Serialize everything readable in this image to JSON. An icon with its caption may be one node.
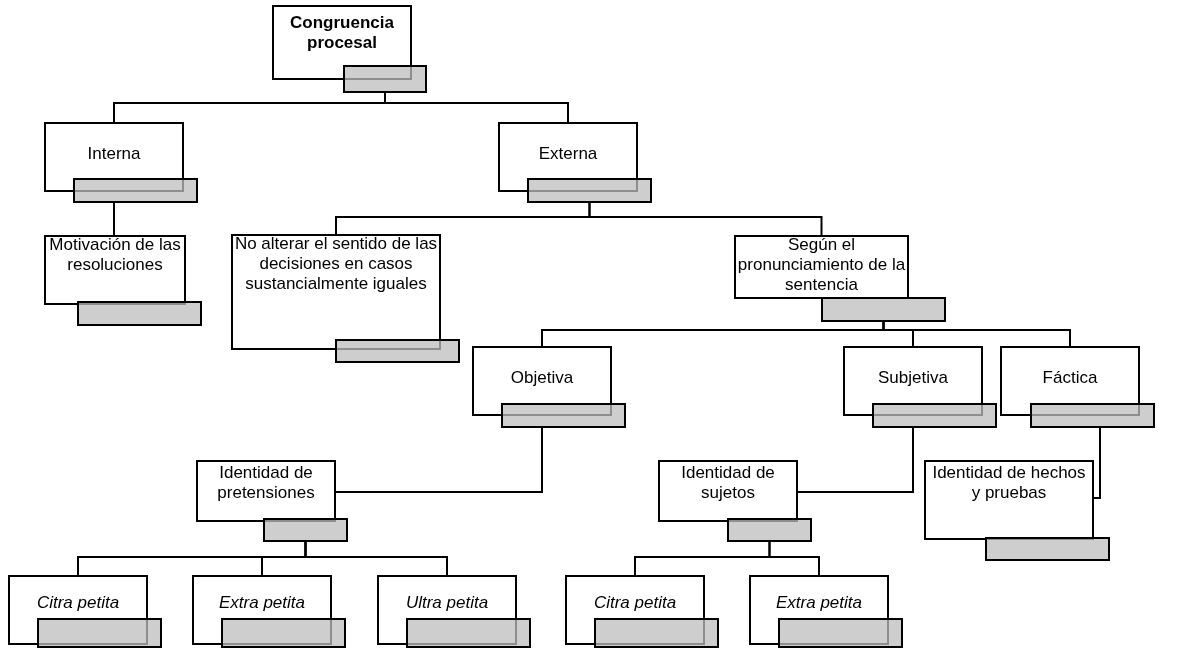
{
  "diagram": {
    "nodes": [
      {
        "text": [
          "Congruencia procesal"
        ]
      },
      {
        "text": [
          "Interna"
        ]
      },
      {
        "text": [
          "Externa"
        ]
      },
      {
        "text": [
          "Motivación de las resoluciones"
        ]
      },
      {
        "text": [
          "No alterar el sentido de las decisiones en casos sustancialmente iguales"
        ]
      },
      {
        "text": [
          "Según el pronunciamiento de la sentencia"
        ]
      },
      {
        "text": [
          "Objetiva"
        ]
      },
      {
        "text": [
          "Subjetiva"
        ]
      },
      {
        "text": [
          "Fáctica"
        ]
      },
      {
        "text": [
          "Identidad de pretensiones"
        ]
      },
      {
        "text": [
          "Identidad de sujetos"
        ]
      },
      {
        "text": [
          "Identidad de hechos y pruebas"
        ]
      },
      {
        "text": [
          "Citra petita"
        ]
      },
      {
        "text": [
          "Extra petita"
        ]
      },
      {
        "text": [
          "Ultra petita"
        ]
      },
      {
        "text": [
          "Citra petita"
        ]
      },
      {
        "text": [
          "Extra petita"
        ]
      }
    ],
    "edges": [
      {
        "from": 0,
        "to": 1,
        "arrow": "none"
      },
      {
        "from": 0,
        "to": 2,
        "arrow": "none"
      },
      {
        "from": 1,
        "to": 3,
        "arrow": "none"
      },
      {
        "from": 2,
        "to": 4,
        "arrow": "none"
      },
      {
        "from": 2,
        "to": 5,
        "arrow": "none"
      },
      {
        "from": 5,
        "to": 6,
        "arrow": "none"
      },
      {
        "from": 5,
        "to": 7,
        "arrow": "none"
      },
      {
        "from": 5,
        "to": 8,
        "arrow": "none"
      },
      {
        "from": 6,
        "to": 9,
        "arrow": "none"
      },
      {
        "from": 7,
        "to": 10,
        "arrow": "none"
      },
      {
        "from": 8,
        "to": 11,
        "arrow": "none"
      },
      {
        "from": 9,
        "to": 12,
        "arrow": "none"
      },
      {
        "from": 9,
        "to": 13,
        "arrow": "none"
      },
      {
        "from": 9,
        "to": 14,
        "arrow": "none"
      },
      {
        "from": 10,
        "to": 15,
        "arrow": "none"
      },
      {
        "from": 10,
        "to": 16,
        "arrow": "none"
      }
    ]
  }
}
